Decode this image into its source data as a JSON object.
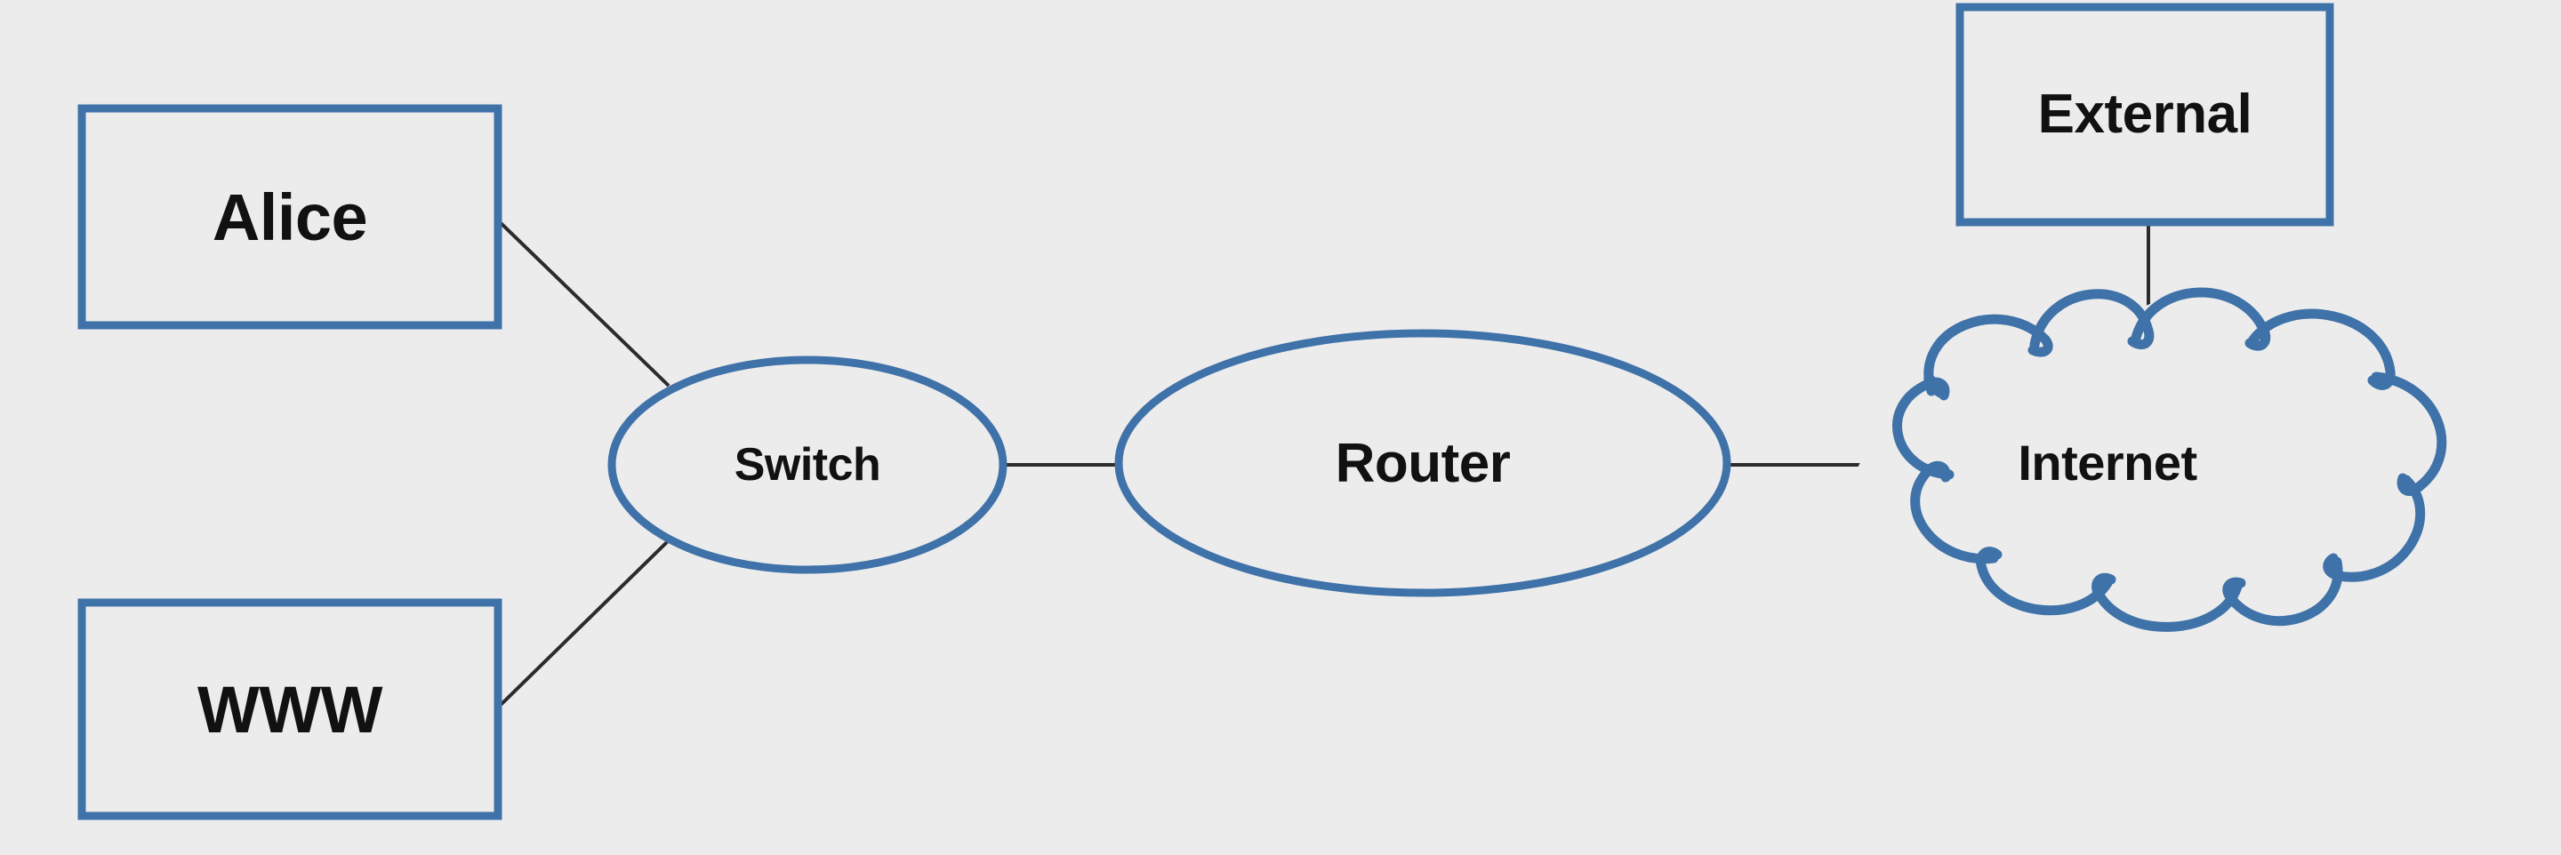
{
  "diagram": {
    "title": "Network topology diagram",
    "background_color": "#ececec",
    "shape_stroke_color": "#3f72a8",
    "link_color": "#2b2b2b",
    "text_color": "#111111",
    "nodes": [
      {
        "id": "alice",
        "label": "Alice",
        "shape": "rectangle"
      },
      {
        "id": "www",
        "label": "WWW",
        "shape": "rectangle"
      },
      {
        "id": "switch",
        "label": "Switch",
        "shape": "ellipse"
      },
      {
        "id": "router",
        "label": "Router",
        "shape": "ellipse"
      },
      {
        "id": "internet",
        "label": "Internet",
        "shape": "cloud"
      },
      {
        "id": "external",
        "label": "External",
        "shape": "rectangle"
      }
    ],
    "links": [
      {
        "from": "alice",
        "to": "switch"
      },
      {
        "from": "www",
        "to": "switch"
      },
      {
        "from": "switch",
        "to": "router"
      },
      {
        "from": "router",
        "to": "internet"
      },
      {
        "from": "external",
        "to": "internet"
      }
    ]
  }
}
